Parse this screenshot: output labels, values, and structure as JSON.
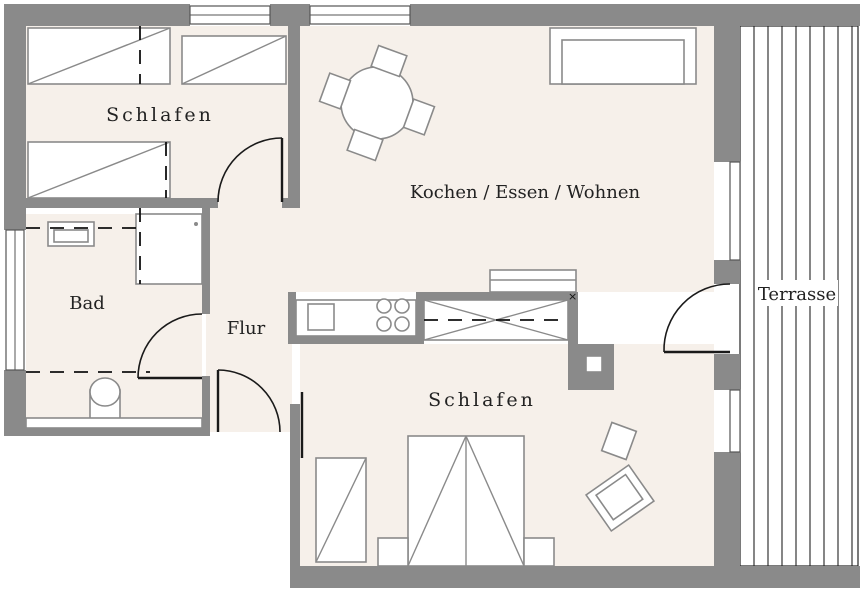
{
  "rooms": {
    "schlafen_top": "Schlafen",
    "kochen": "Kochen / Essen / Wohnen",
    "bad": "Bad",
    "flur": "Flur",
    "schlafen_bottom": "Schlafen",
    "terrasse": "Terrasse"
  },
  "colors": {
    "wall": "#8a8a8a",
    "floor": "#f6f0ea",
    "line": "#1a1a1a"
  }
}
